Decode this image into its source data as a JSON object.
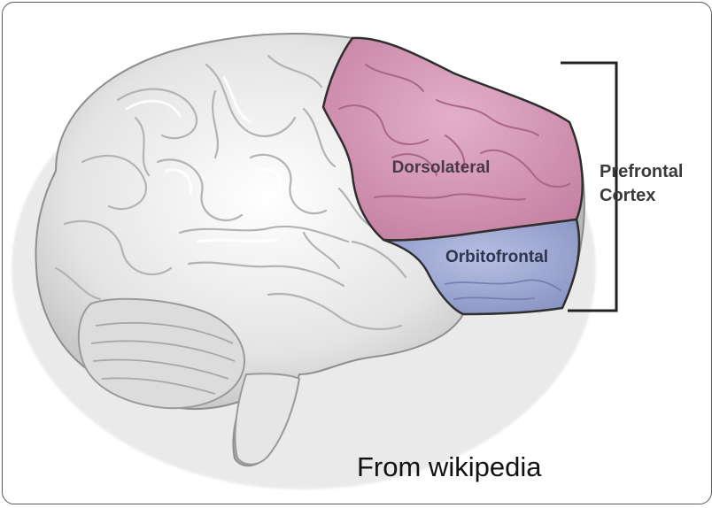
{
  "regions": {
    "dorsolateral": {
      "label": "Dorsolateral",
      "color": "#d79ab8"
    },
    "orbitofrontal": {
      "label": "Orbitofrontal",
      "color": "#a6afd6"
    }
  },
  "bracket": {
    "line1": "Prefrontal",
    "line2": "Cortex"
  },
  "caption": "From wikipedia",
  "brain_color": "#ececec"
}
